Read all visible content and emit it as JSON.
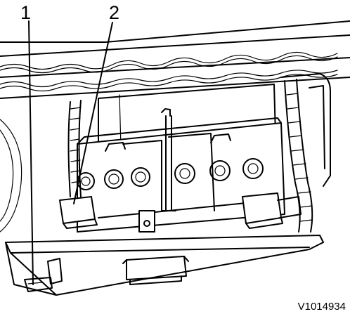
{
  "callouts": {
    "one": "1",
    "two": "2"
  },
  "figure_code": "V1014934",
  "colors": {
    "ink": "#000000",
    "background": "#ffffff"
  }
}
